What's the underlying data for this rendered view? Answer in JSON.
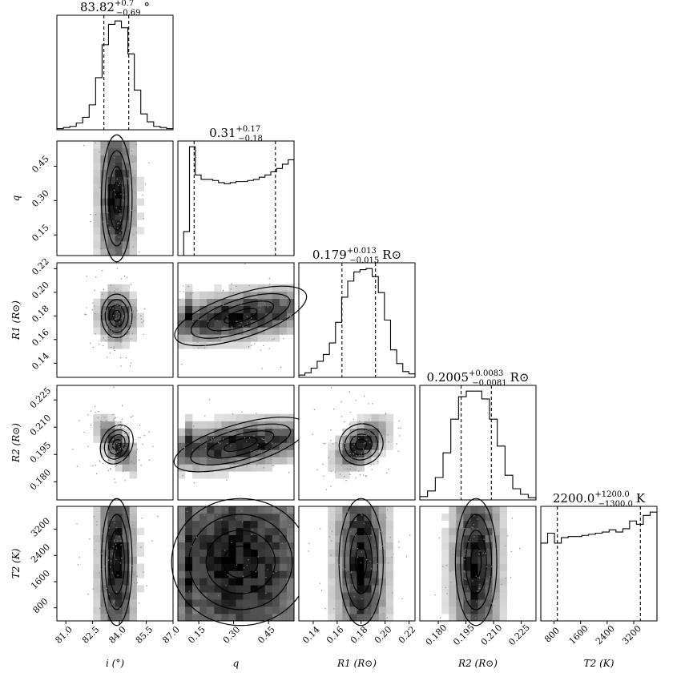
{
  "chart_data": {
    "type": "corner",
    "parameters": [
      {
        "key": "i",
        "label": "i (°)",
        "range": [
          80.5,
          87.0
        ],
        "ticks": [
          "81.0",
          "82.5",
          "84.0",
          "85.5",
          "87.0"
        ],
        "tick_values": [
          81.0,
          82.5,
          84.0,
          85.5,
          87.0
        ]
      },
      {
        "key": "q",
        "label": "q",
        "range": [
          0.06,
          0.56
        ],
        "ticks": [
          "0.15",
          "0.30",
          "0.45"
        ],
        "tick_values": [
          0.15,
          0.3,
          0.45
        ]
      },
      {
        "key": "R1",
        "label": "R1 (R⊙)",
        "range": [
          0.128,
          0.225
        ],
        "ticks": [
          "0.14",
          "0.16",
          "0.18",
          "0.20",
          "0.22"
        ],
        "tick_values": [
          0.14,
          0.16,
          0.18,
          0.2,
          0.22
        ]
      },
      {
        "key": "R2",
        "label": "R2 (R⊙)",
        "range": [
          0.17,
          0.233
        ],
        "ticks": [
          "0.180",
          "0.195",
          "0.210",
          "0.225"
        ],
        "tick_values": [
          0.18,
          0.195,
          0.21,
          0.225
        ]
      },
      {
        "key": "T2",
        "label": "T2 (K)",
        "range": [
          400,
          3900
        ],
        "ticks": [
          "800",
          "1600",
          "2400",
          "3200"
        ],
        "tick_values": [
          800,
          1600,
          2400,
          3200
        ]
      }
    ],
    "titles": [
      {
        "median": "83.82",
        "plus": "+0.7",
        "minus": "−0.69",
        "unit": "°"
      },
      {
        "median": "0.31",
        "plus": "+0.17",
        "minus": "−0.18",
        "unit": ""
      },
      {
        "median": "0.179",
        "plus": "+0.013",
        "minus": "−0.015",
        "unit": "R⊙"
      },
      {
        "median": "0.2005",
        "plus": "+0.0083",
        "minus": "−0.0081",
        "unit": "R⊙"
      },
      {
        "median": "2200.0",
        "plus": "+1200.0",
        "minus": "−1300.0",
        "unit": "K"
      }
    ],
    "quantiles": [
      [
        83.13,
        84.52
      ],
      [
        0.13,
        0.48
      ],
      [
        0.164,
        0.192
      ],
      [
        0.1924,
        0.2088
      ],
      [
        900,
        3400
      ]
    ],
    "histograms": [
      [
        1,
        2,
        3,
        6,
        11,
        22,
        46,
        75,
        93,
        96,
        90,
        67,
        35,
        14,
        7,
        3,
        2,
        1
      ],
      [
        0,
        22,
        100,
        74,
        70,
        70,
        69,
        67,
        66,
        67,
        68,
        68,
        69,
        70,
        72,
        74,
        77,
        80,
        84,
        88
      ],
      [
        2,
        4,
        8,
        14,
        20,
        30,
        48,
        70,
        84,
        92,
        94,
        95,
        88,
        74,
        50,
        24,
        12,
        5,
        3
      ],
      [
        3,
        8,
        20,
        42,
        72,
        92,
        97,
        97,
        90,
        72,
        48,
        22,
        10,
        5,
        2
      ],
      [
        70,
        79,
        70,
        75,
        76,
        76,
        77,
        78,
        79,
        80,
        82,
        80,
        83,
        90,
        87,
        95,
        98
      ]
    ]
  }
}
